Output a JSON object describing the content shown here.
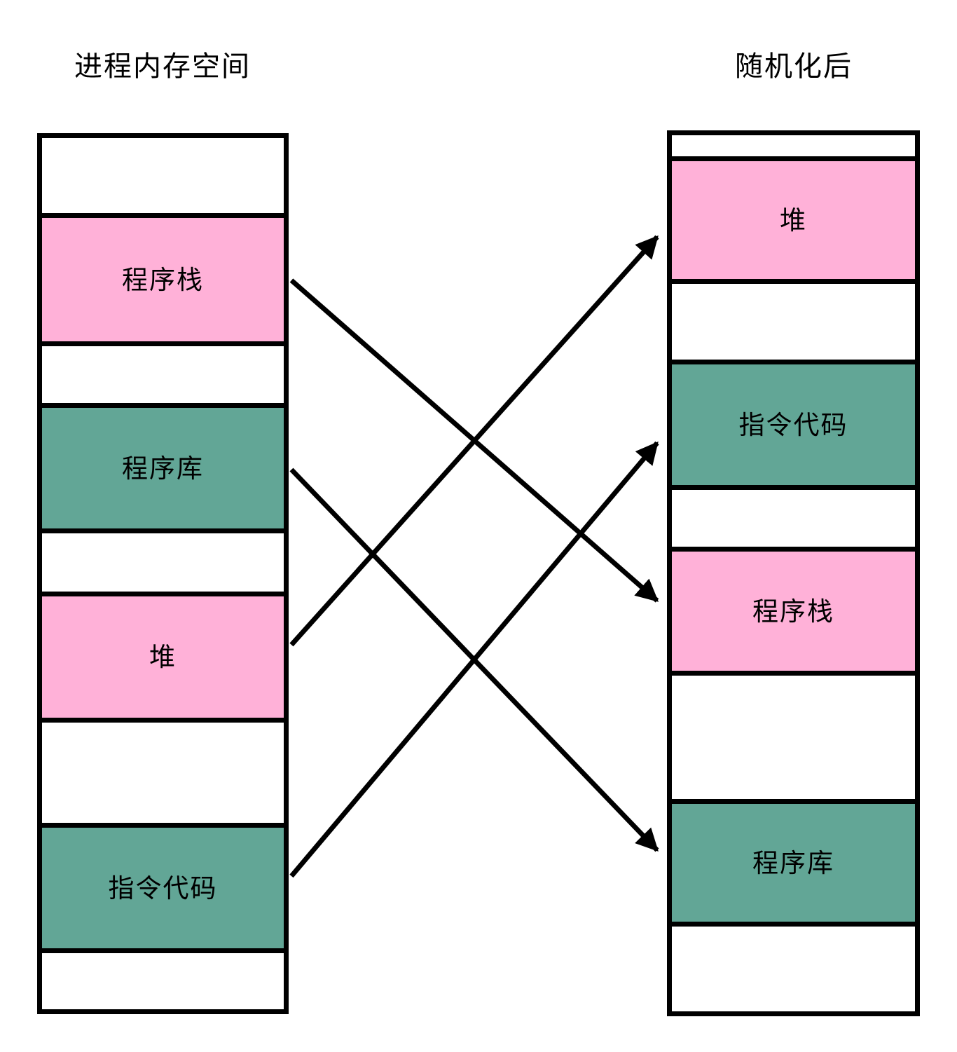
{
  "left_column": {
    "title": "进程内存空间",
    "segments": [
      {
        "label": "",
        "fill": "white"
      },
      {
        "label": "程序栈",
        "fill": "pink"
      },
      {
        "label": "",
        "fill": "white"
      },
      {
        "label": "程序库",
        "fill": "teal"
      },
      {
        "label": "",
        "fill": "white"
      },
      {
        "label": "堆",
        "fill": "pink"
      },
      {
        "label": "",
        "fill": "white"
      },
      {
        "label": "指令代码",
        "fill": "teal"
      },
      {
        "label": "",
        "fill": "white"
      }
    ]
  },
  "right_column": {
    "title": "随机化后",
    "segments": [
      {
        "label": "",
        "fill": "white"
      },
      {
        "label": "堆",
        "fill": "pink"
      },
      {
        "label": "",
        "fill": "white"
      },
      {
        "label": "指令代码",
        "fill": "teal"
      },
      {
        "label": "",
        "fill": "white"
      },
      {
        "label": "程序栈",
        "fill": "pink"
      },
      {
        "label": "",
        "fill": "white"
      },
      {
        "label": "程序库",
        "fill": "teal"
      },
      {
        "label": "",
        "fill": "white"
      }
    ]
  },
  "mappings": [
    {
      "from": "程序栈",
      "to": "程序栈"
    },
    {
      "from": "程序库",
      "to": "程序库"
    },
    {
      "from": "堆",
      "to": "堆"
    },
    {
      "from": "指令代码",
      "to": "指令代码"
    }
  ],
  "colors": {
    "pink": "#FFB1D8",
    "teal": "#62A696",
    "outline": "#000000",
    "background": "#FFFFFF"
  }
}
